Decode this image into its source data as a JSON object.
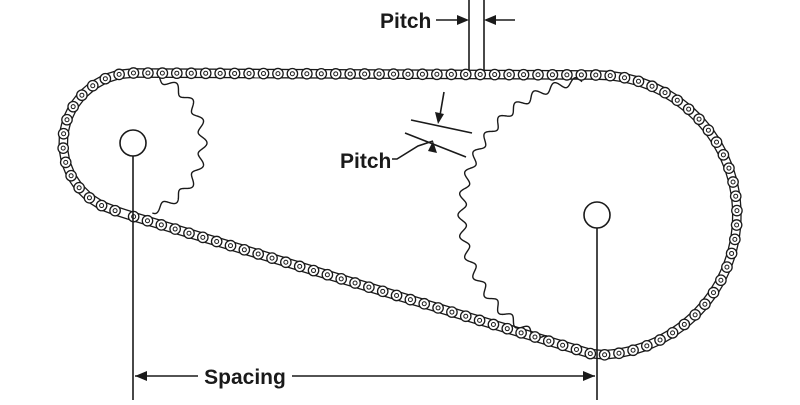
{
  "labels": {
    "pitch_top": "Pitch",
    "pitch_side": "Pitch",
    "spacing": "Spacing"
  },
  "colors": {
    "line": "#1a1a1a",
    "background": "#ffffff"
  }
}
